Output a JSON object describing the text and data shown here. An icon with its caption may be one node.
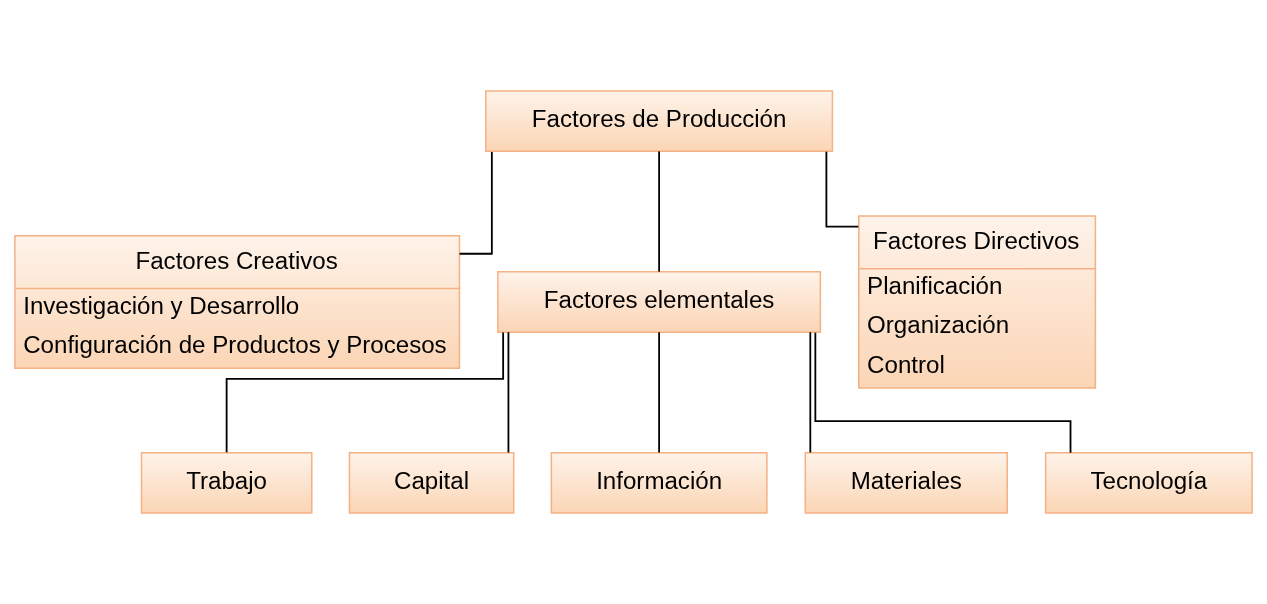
{
  "diagram": {
    "nodes": [
      {
        "text": [
          "Factores de Producción"
        ]
      },
      {
        "text": [
          "Factores Creativos",
          "Investigación y Desarrollo",
          "Configuración de Productos y Procesos"
        ]
      },
      {
        "text": [
          "Factores elementales"
        ]
      },
      {
        "text": [
          "Factores Directivos",
          "Planificación",
          "Organización",
          "Control"
        ]
      },
      {
        "text": [
          "Trabajo"
        ]
      },
      {
        "text": [
          "Capital"
        ]
      },
      {
        "text": [
          "Información"
        ]
      },
      {
        "text": [
          "Materiales"
        ]
      },
      {
        "text": [
          "Tecnología"
        ]
      }
    ],
    "edges": [
      {
        "from": 0,
        "to": 1,
        "arrow": "none"
      },
      {
        "from": 0,
        "to": 2,
        "arrow": "none"
      },
      {
        "from": 0,
        "to": 3,
        "arrow": "none"
      },
      {
        "from": 2,
        "to": 4,
        "arrow": "none"
      },
      {
        "from": 2,
        "to": 5,
        "arrow": "none"
      },
      {
        "from": 2,
        "to": 6,
        "arrow": "none"
      },
      {
        "from": 2,
        "to": 7,
        "arrow": "none"
      },
      {
        "from": 2,
        "to": 8,
        "arrow": "none"
      }
    ]
  }
}
